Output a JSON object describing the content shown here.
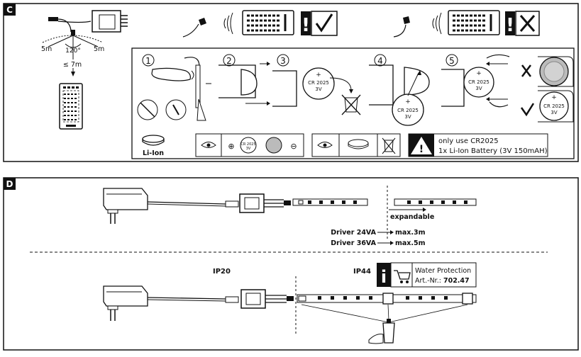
{
  "sections": [
    {
      "id": "C",
      "label": "C"
    },
    {
      "id": "D",
      "label": "D"
    }
  ],
  "section_c": {
    "range_left": "5m",
    "range_right": "5m",
    "angle": "120°",
    "distance": "≤ 7m",
    "steps": [
      "1",
      "2",
      "3",
      "4",
      "5"
    ],
    "battery_label": "CR 2025",
    "battery_voltage": "3V",
    "battery_plus": "+",
    "battery_type": "Li-Ion",
    "polarity_plus": "⊕",
    "polarity_minus": "⊖",
    "notice_line1": "only use CR2025",
    "notice_line2": "1x Li-Ion Battery (3V 150mAH)"
  },
  "section_d": {
    "expandable": "expandable",
    "driver_24": "Driver 24VA",
    "max_24": "max.3m",
    "driver_36": "Driver 36VA",
    "max_36": "max.5m",
    "ip20": "IP20",
    "ip44": "IP44",
    "info_letter": "i",
    "water_protection": "Water Protection",
    "art_prefix": "Art.-Nr.: ",
    "art_number": "702.47"
  },
  "colors": {
    "line": "#111111",
    "panel_bg": "#ffffff",
    "section_label_bg": "#111111"
  }
}
